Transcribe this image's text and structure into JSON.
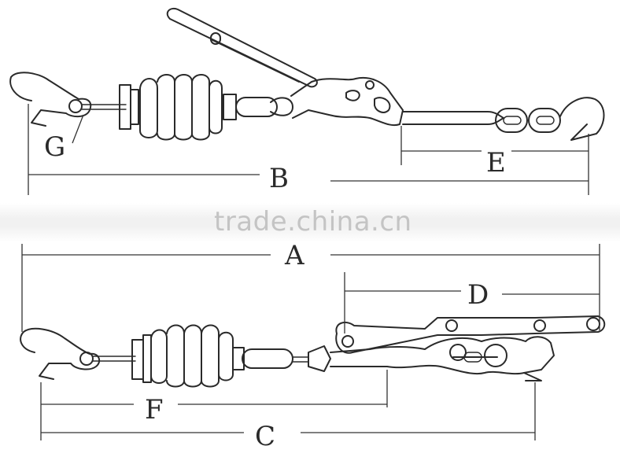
{
  "labels": {
    "a": "A",
    "b": "B",
    "c": "C",
    "d": "D",
    "e": "E",
    "f": "F",
    "g": "G"
  },
  "watermark": "trade.china.cn",
  "colors": {
    "line": "#2a2a2a",
    "watermark": "#c4c4c4"
  }
}
